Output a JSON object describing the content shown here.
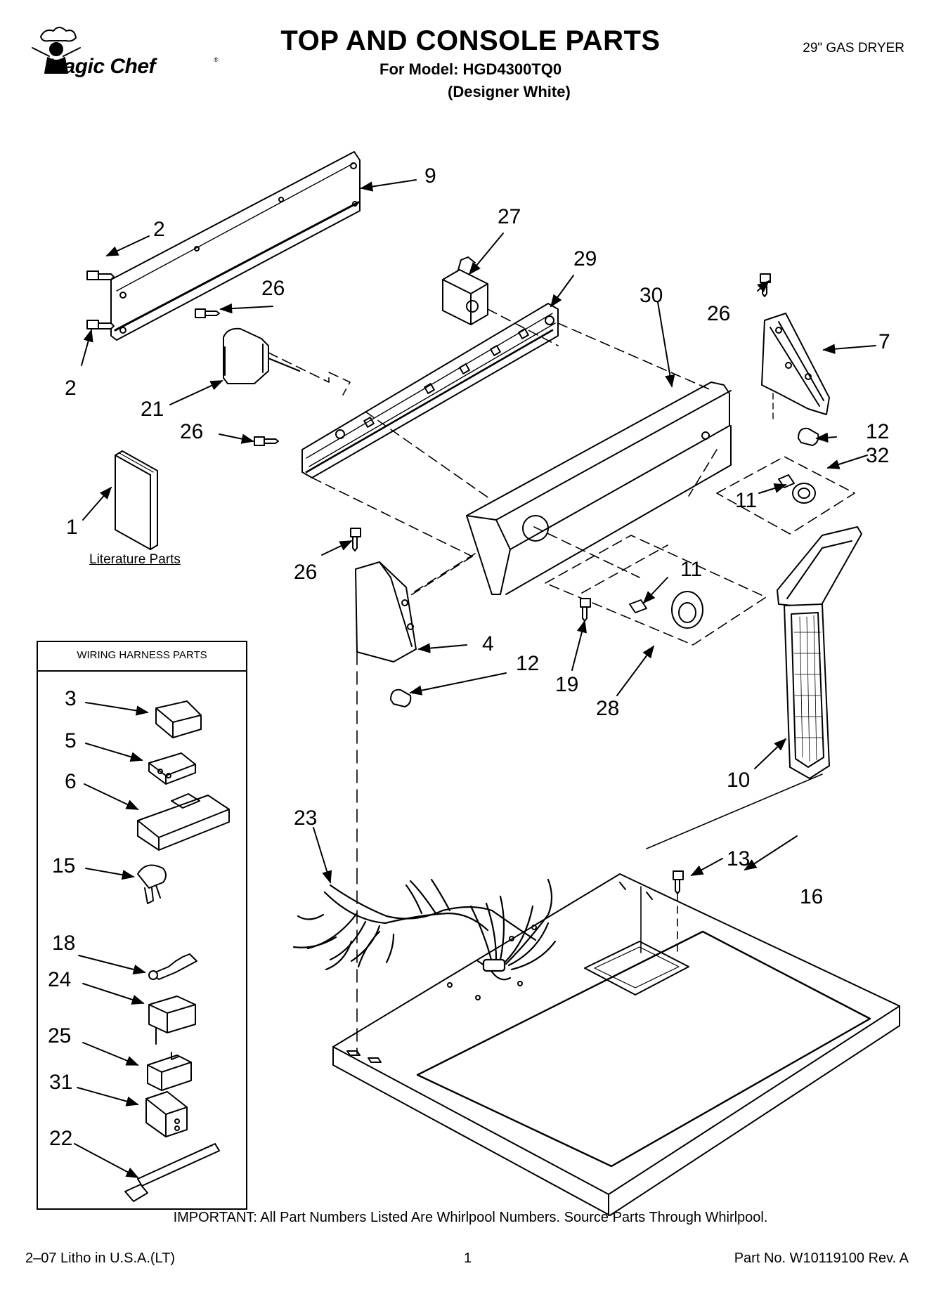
{
  "header": {
    "brand": "Magic Chef",
    "brand_tm": "®",
    "title": "TOP AND CONSOLE PARTS",
    "model_line": "For Model: HGD4300TQ0",
    "finish_line": "(Designer White)",
    "product_type": "29\" GAS DRYER"
  },
  "labels": {
    "literature": "Literature Parts",
    "wiring_harness_title": "WIRING HARNESS PARTS"
  },
  "callouts": [
    {
      "id": "c9",
      "text": "9"
    },
    {
      "id": "c27",
      "text": "27"
    },
    {
      "id": "c29",
      "text": "29"
    },
    {
      "id": "c30",
      "text": "30"
    },
    {
      "id": "c26a",
      "text": "26"
    },
    {
      "id": "c7",
      "text": "7"
    },
    {
      "id": "c2a",
      "text": "2"
    },
    {
      "id": "c26b",
      "text": "26"
    },
    {
      "id": "c2b",
      "text": "2"
    },
    {
      "id": "c21",
      "text": "21"
    },
    {
      "id": "c26c",
      "text": "26"
    },
    {
      "id": "c12a",
      "text": "12"
    },
    {
      "id": "c32",
      "text": "32"
    },
    {
      "id": "c11a",
      "text": "11"
    },
    {
      "id": "c1",
      "text": "1"
    },
    {
      "id": "c26d",
      "text": "26"
    },
    {
      "id": "c11b",
      "text": "11"
    },
    {
      "id": "c4",
      "text": "4"
    },
    {
      "id": "c12b",
      "text": "12"
    },
    {
      "id": "c19",
      "text": "19"
    },
    {
      "id": "c28",
      "text": "28"
    },
    {
      "id": "c10",
      "text": "10"
    },
    {
      "id": "c23",
      "text": "23"
    },
    {
      "id": "c13",
      "text": "13"
    },
    {
      "id": "c16",
      "text": "16"
    },
    {
      "id": "c3",
      "text": "3"
    },
    {
      "id": "c5",
      "text": "5"
    },
    {
      "id": "c6",
      "text": "6"
    },
    {
      "id": "c15",
      "text": "15"
    },
    {
      "id": "c18",
      "text": "18"
    },
    {
      "id": "c24",
      "text": "24"
    },
    {
      "id": "c25",
      "text": "25"
    },
    {
      "id": "c31",
      "text": "31"
    },
    {
      "id": "c22",
      "text": "22"
    }
  ],
  "footer": {
    "important": "IMPORTANT: All Part Numbers Listed Are Whirlpool Numbers. Source Parts Through Whirlpool.",
    "litho": "2–07 Litho in U.S.A.(LT)",
    "page": "1",
    "part_no": "Part No. W10119100 Rev. A"
  }
}
